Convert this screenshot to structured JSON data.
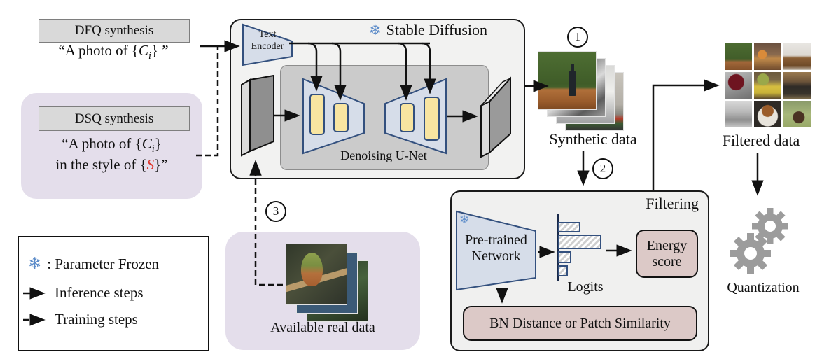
{
  "icons": {
    "snowflake": "❄"
  },
  "dfq": {
    "title": "DFQ synthesis",
    "prompt": {
      "prefix": "“A photo of {",
      "var": "C",
      "sub": "i",
      "suffix": "} ”"
    }
  },
  "dsq": {
    "title": "DSQ synthesis",
    "prompt": {
      "prefix": "“A photo of {",
      "var": "C",
      "sub": "i",
      "mid": "}",
      "line2_prefix": "in the style of {",
      "style_var": "S",
      "suffix": "}”"
    }
  },
  "stable_diffusion": {
    "title": "Stable Diffusion",
    "text_encoder": {
      "line1": "Text",
      "line2": "Encoder"
    },
    "unet_label": "Denoising U-Net"
  },
  "steps": {
    "one": "1",
    "two": "2",
    "three": "3"
  },
  "synthetic_data": {
    "label": "Synthetic data",
    "images": [
      "wine bottle on wooden table",
      "grayscale rocks",
      "white building",
      "street scene"
    ]
  },
  "filtering": {
    "title": "Filtering",
    "network": {
      "line1": "Pre-trained",
      "line2": "Network"
    },
    "logits_label": "Logits",
    "logits_bars": [
      30,
      60,
      17,
      12
    ],
    "energy": {
      "line1": "Energy",
      "line2": "score"
    },
    "bn_label": "BN Distance or Patch Similarity"
  },
  "filtered_data": {
    "label": "Filtered data",
    "images": [
      "hedge with bottle",
      "fruit and jar",
      "living room tv",
      "red wine glass",
      "squash and egg",
      "park bench",
      "bicycle",
      "burger plate",
      "bison in field"
    ]
  },
  "quantization": {
    "label": "Quantization"
  },
  "real_data": {
    "label": "Available real data",
    "images": [
      "bird on branch",
      "blue photo",
      "forest photo"
    ]
  },
  "legend": {
    "frozen_label": ": Parameter Frozen",
    "inference_label": "Inference steps",
    "training_label": "Training steps"
  },
  "colors": {
    "accent_red": "#e0352b",
    "snowflake_blue": "#5b8bc9",
    "panel_purple": "#e4deeb",
    "block_yellow": "#f8e5a1",
    "trapezoid_blue": "#d6dde9",
    "score_pink": "#dcc9c7"
  }
}
